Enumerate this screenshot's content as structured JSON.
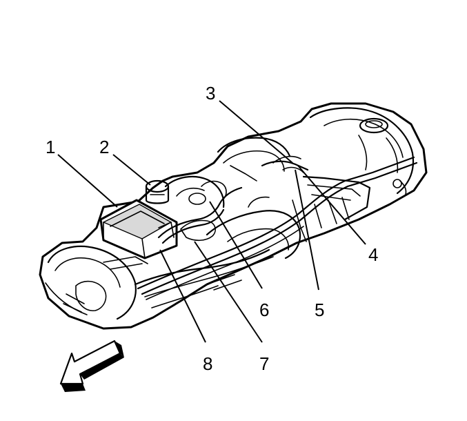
{
  "callouts": [
    {
      "id": "1",
      "label": "1"
    },
    {
      "id": "2",
      "label": "2"
    },
    {
      "id": "3",
      "label": "3"
    },
    {
      "id": "4",
      "label": "4"
    },
    {
      "id": "5",
      "label": "5"
    },
    {
      "id": "6",
      "label": "6"
    },
    {
      "id": "7",
      "label": "7"
    },
    {
      "id": "8",
      "label": "8"
    }
  ],
  "icons": {
    "direction_arrow": "front-direction-arrow-icon"
  }
}
